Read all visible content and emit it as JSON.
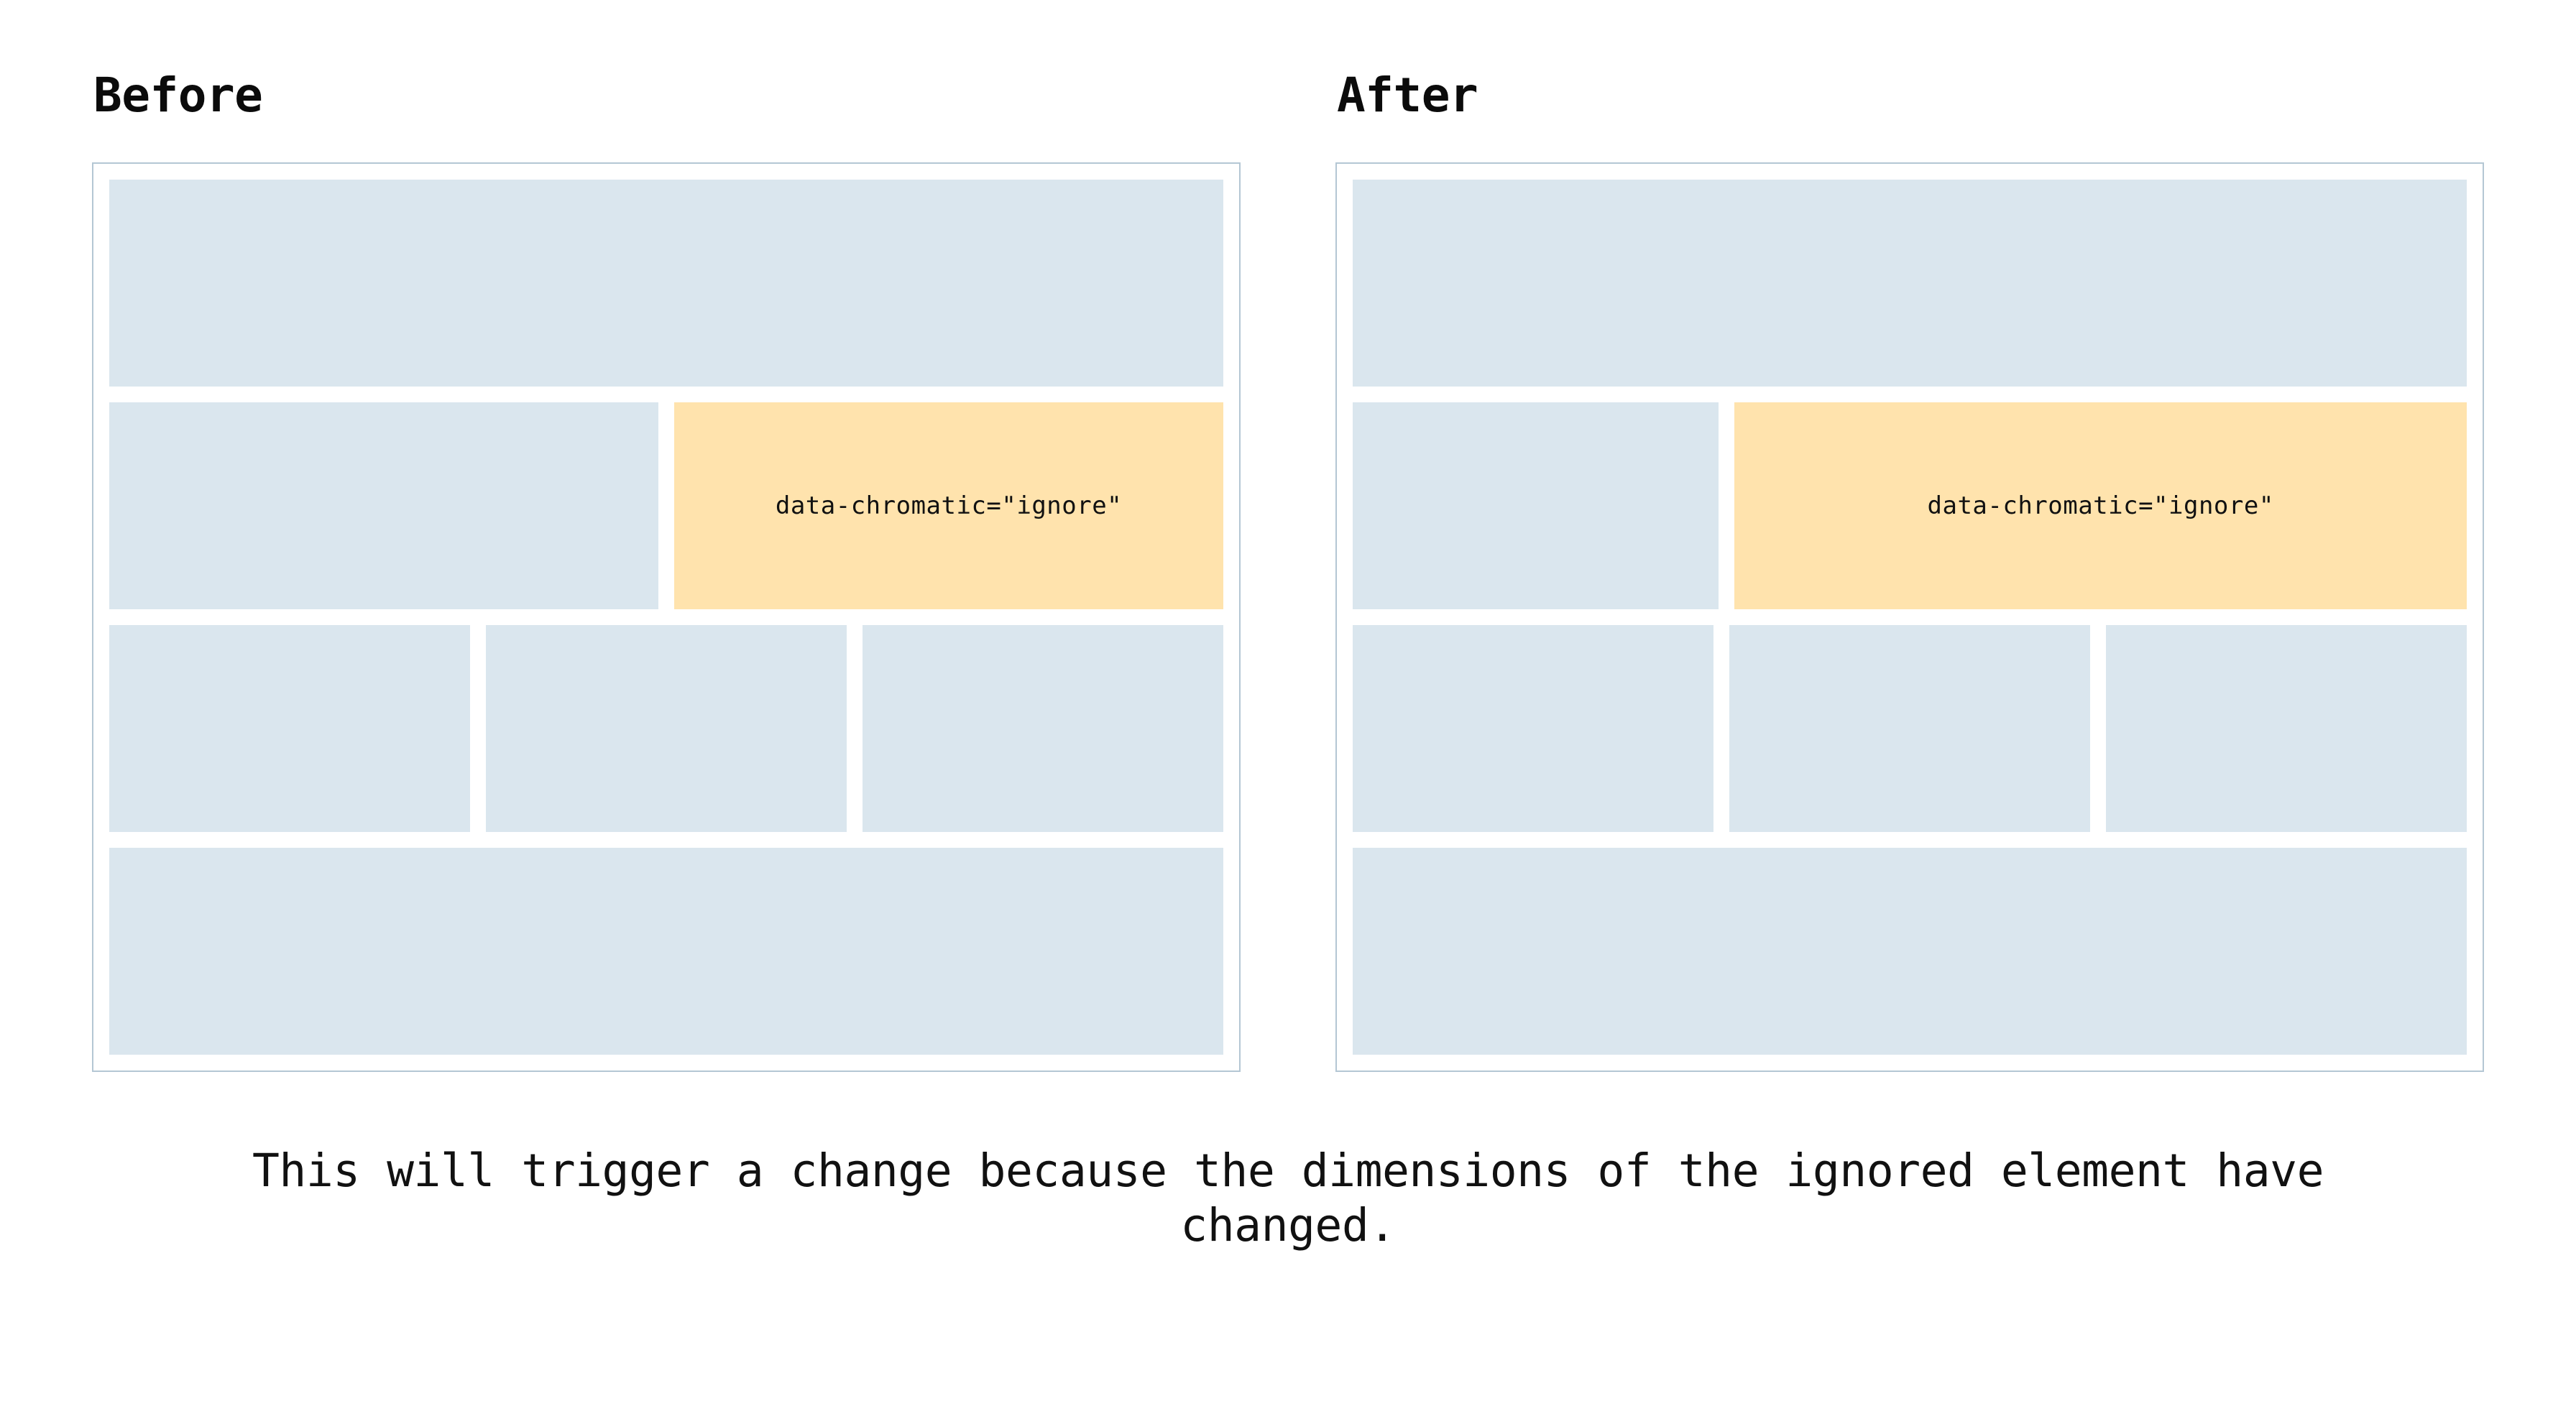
{
  "page": {
    "background": "#ffffff",
    "caption": "This will trigger a change because the dimensions of the ignored element have changed."
  },
  "colors": {
    "skeleton_block": "#dae6ee",
    "ignored_block": "#ffe3ad",
    "panel_border": "#b4c7d4",
    "text": "#111111"
  },
  "panels": [
    {
      "key": "before",
      "heading": "Before",
      "rows": [
        {
          "blocks": [
            {
              "kind": "skeleton",
              "label": ""
            }
          ]
        },
        {
          "split": "even",
          "blocks": [
            {
              "kind": "skeleton",
              "label": ""
            },
            {
              "kind": "ignored",
              "label": "data-chromatic=\"ignore\""
            }
          ]
        },
        {
          "blocks": [
            {
              "kind": "skeleton",
              "label": ""
            },
            {
              "kind": "skeleton",
              "label": ""
            },
            {
              "kind": "skeleton",
              "label": ""
            }
          ]
        },
        {
          "blocks": [
            {
              "kind": "skeleton",
              "label": ""
            }
          ]
        }
      ]
    },
    {
      "key": "after",
      "heading": "After",
      "rows": [
        {
          "blocks": [
            {
              "kind": "skeleton",
              "label": ""
            }
          ]
        },
        {
          "split": "narrow",
          "blocks": [
            {
              "kind": "skeleton",
              "label": ""
            },
            {
              "kind": "ignored",
              "label": "data-chromatic=\"ignore\""
            }
          ]
        },
        {
          "blocks": [
            {
              "kind": "skeleton",
              "label": ""
            },
            {
              "kind": "skeleton",
              "label": ""
            },
            {
              "kind": "skeleton",
              "label": ""
            }
          ]
        },
        {
          "blocks": [
            {
              "kind": "skeleton",
              "label": ""
            }
          ]
        }
      ]
    }
  ]
}
